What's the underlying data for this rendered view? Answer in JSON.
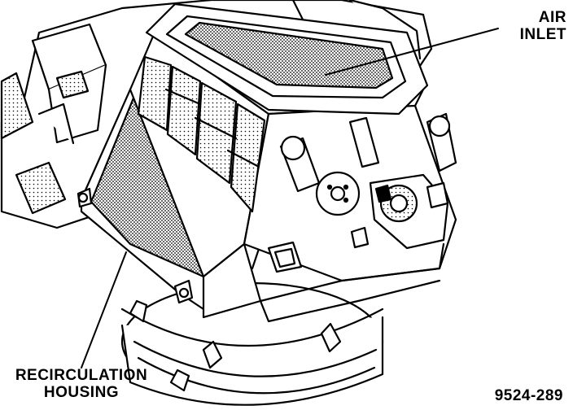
{
  "callouts": {
    "air_inlet": {
      "line1": "AIR",
      "line2": "INLET"
    },
    "recirculation_housing": {
      "line1": "RECIRCULATION",
      "line2": "HOUSING"
    }
  },
  "figure_number": "9524-289",
  "colors": {
    "ink": "#000000",
    "paper": "#ffffff",
    "shading": "#8a8a8a"
  }
}
